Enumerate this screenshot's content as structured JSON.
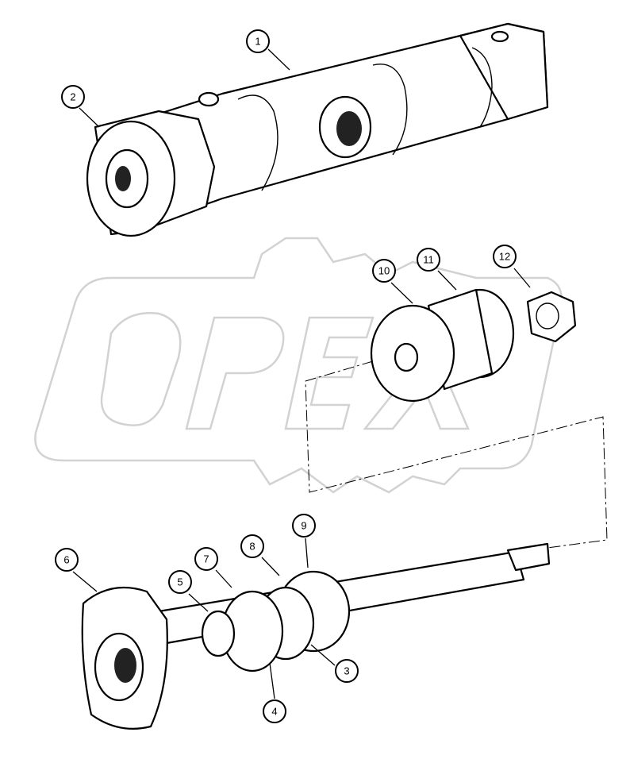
{
  "watermark": {
    "text": "OPEX",
    "color": "#d2d2d2"
  },
  "callouts": [
    {
      "label": "1",
      "part": "cylinder-body"
    },
    {
      "label": "2",
      "part": "gland-nut"
    },
    {
      "label": "3",
      "part": "seal"
    },
    {
      "label": "4",
      "part": "o-ring"
    },
    {
      "label": "5",
      "part": "wiper-seal"
    },
    {
      "label": "6",
      "part": "rod-eye"
    },
    {
      "label": "7",
      "part": "backup-ring"
    },
    {
      "label": "8",
      "part": "gland"
    },
    {
      "label": "9",
      "part": "o-ring-gland"
    },
    {
      "label": "10",
      "part": "piston-washer"
    },
    {
      "label": "11",
      "part": "piston"
    },
    {
      "label": "12",
      "part": "lock-nut"
    }
  ]
}
